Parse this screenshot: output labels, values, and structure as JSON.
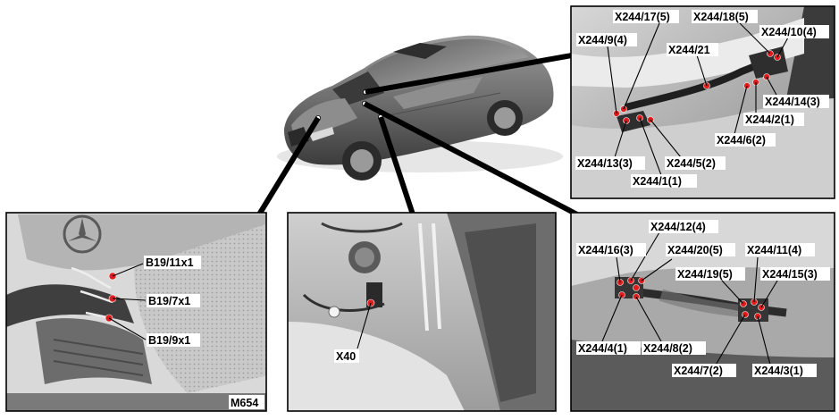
{
  "panels": {
    "engine": {
      "labels": [
        "B19/11x1",
        "B19/7x1",
        "B19/9x1"
      ],
      "model_code": "M654"
    },
    "fender": {
      "labels": [
        "X40"
      ]
    },
    "top_right": {
      "labels": [
        "X244/17(5)",
        "X244/18(5)",
        "X244/9(4)",
        "X244/10(4)",
        "X244/21",
        "X244/14(3)",
        "X244/2(1)",
        "X244/6(2)",
        "X244/13(3)",
        "X244/5(2)",
        "X244/1(1)"
      ]
    },
    "bottom_right": {
      "labels": [
        "X244/12(4)",
        "X244/16(3)",
        "X244/20(5)",
        "X244/11(4)",
        "X244/19(5)",
        "X244/15(3)",
        "X244/4(1)",
        "X244/8(2)",
        "X244/7(2)",
        "X244/3(1)"
      ]
    }
  },
  "colors": {
    "pin": "#e21b1b",
    "frame": "#000000",
    "photo_light": "#e9e9e9",
    "photo_mid": "#bdbdbd",
    "photo_dark": "#4a4a4a"
  }
}
